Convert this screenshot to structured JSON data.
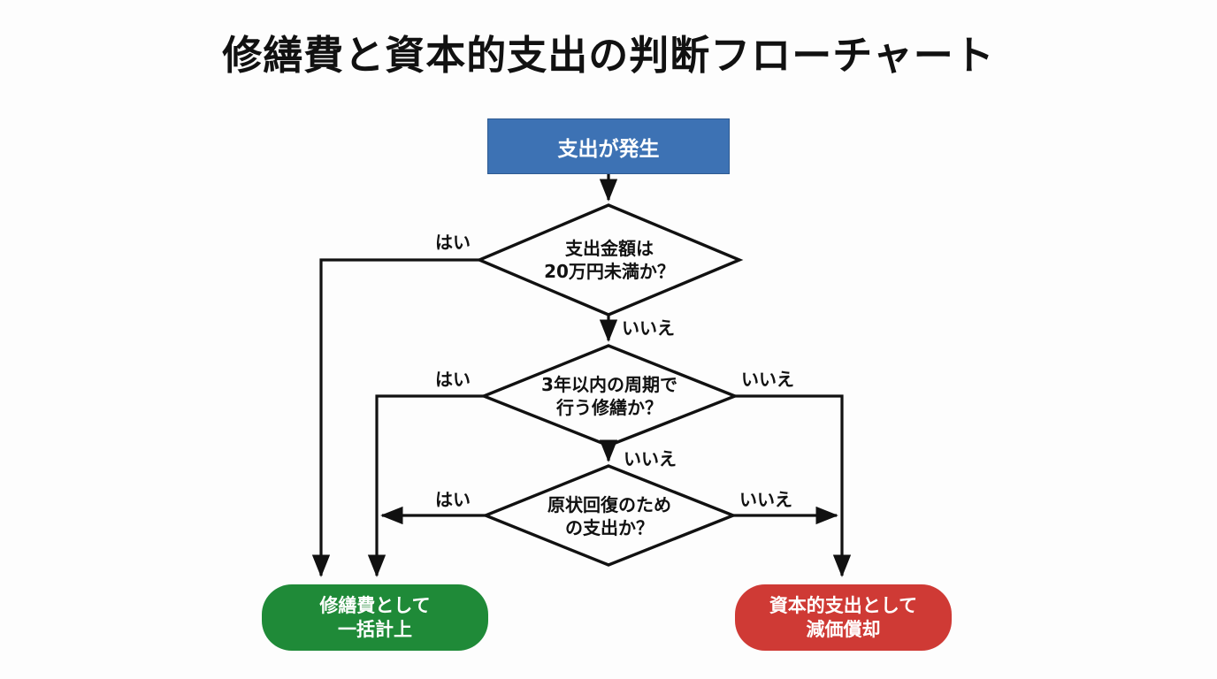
{
  "title": "修繕費と資本的支出の判断フローチャート",
  "colors": {
    "start_fill": "#3d72b4",
    "repair_fill": "#1f8a38",
    "capital_fill": "#cf3a35",
    "line": "#111111",
    "background": "#fdfdfd",
    "text_dark": "#111111",
    "text_light": "#ffffff"
  },
  "nodes": {
    "start": {
      "text": "支出が発生",
      "shape": "rectangle"
    },
    "decision1": {
      "line1": "支出金額は",
      "line2": "20万円未満か？",
      "shape": "diamond"
    },
    "decision2": {
      "line1": "3年以内の周期で",
      "line2": "行う修繕か？",
      "shape": "diamond"
    },
    "decision3": {
      "line1": "原状回復のため",
      "line2": "の支出か？",
      "shape": "diamond"
    },
    "repair": {
      "line1": "修繕費として",
      "line2": "一括計上",
      "shape": "pill"
    },
    "capital": {
      "line1": "資本的支出として",
      "line2": "減価償却",
      "shape": "pill"
    }
  },
  "edges": {
    "d1_yes": "はい",
    "d1_no": "いいえ",
    "d2_yes": "はい",
    "d2_no": "いいえ",
    "d2_no_down": "いいえ",
    "d3_yes": "はい",
    "d3_no": "いいえ"
  }
}
